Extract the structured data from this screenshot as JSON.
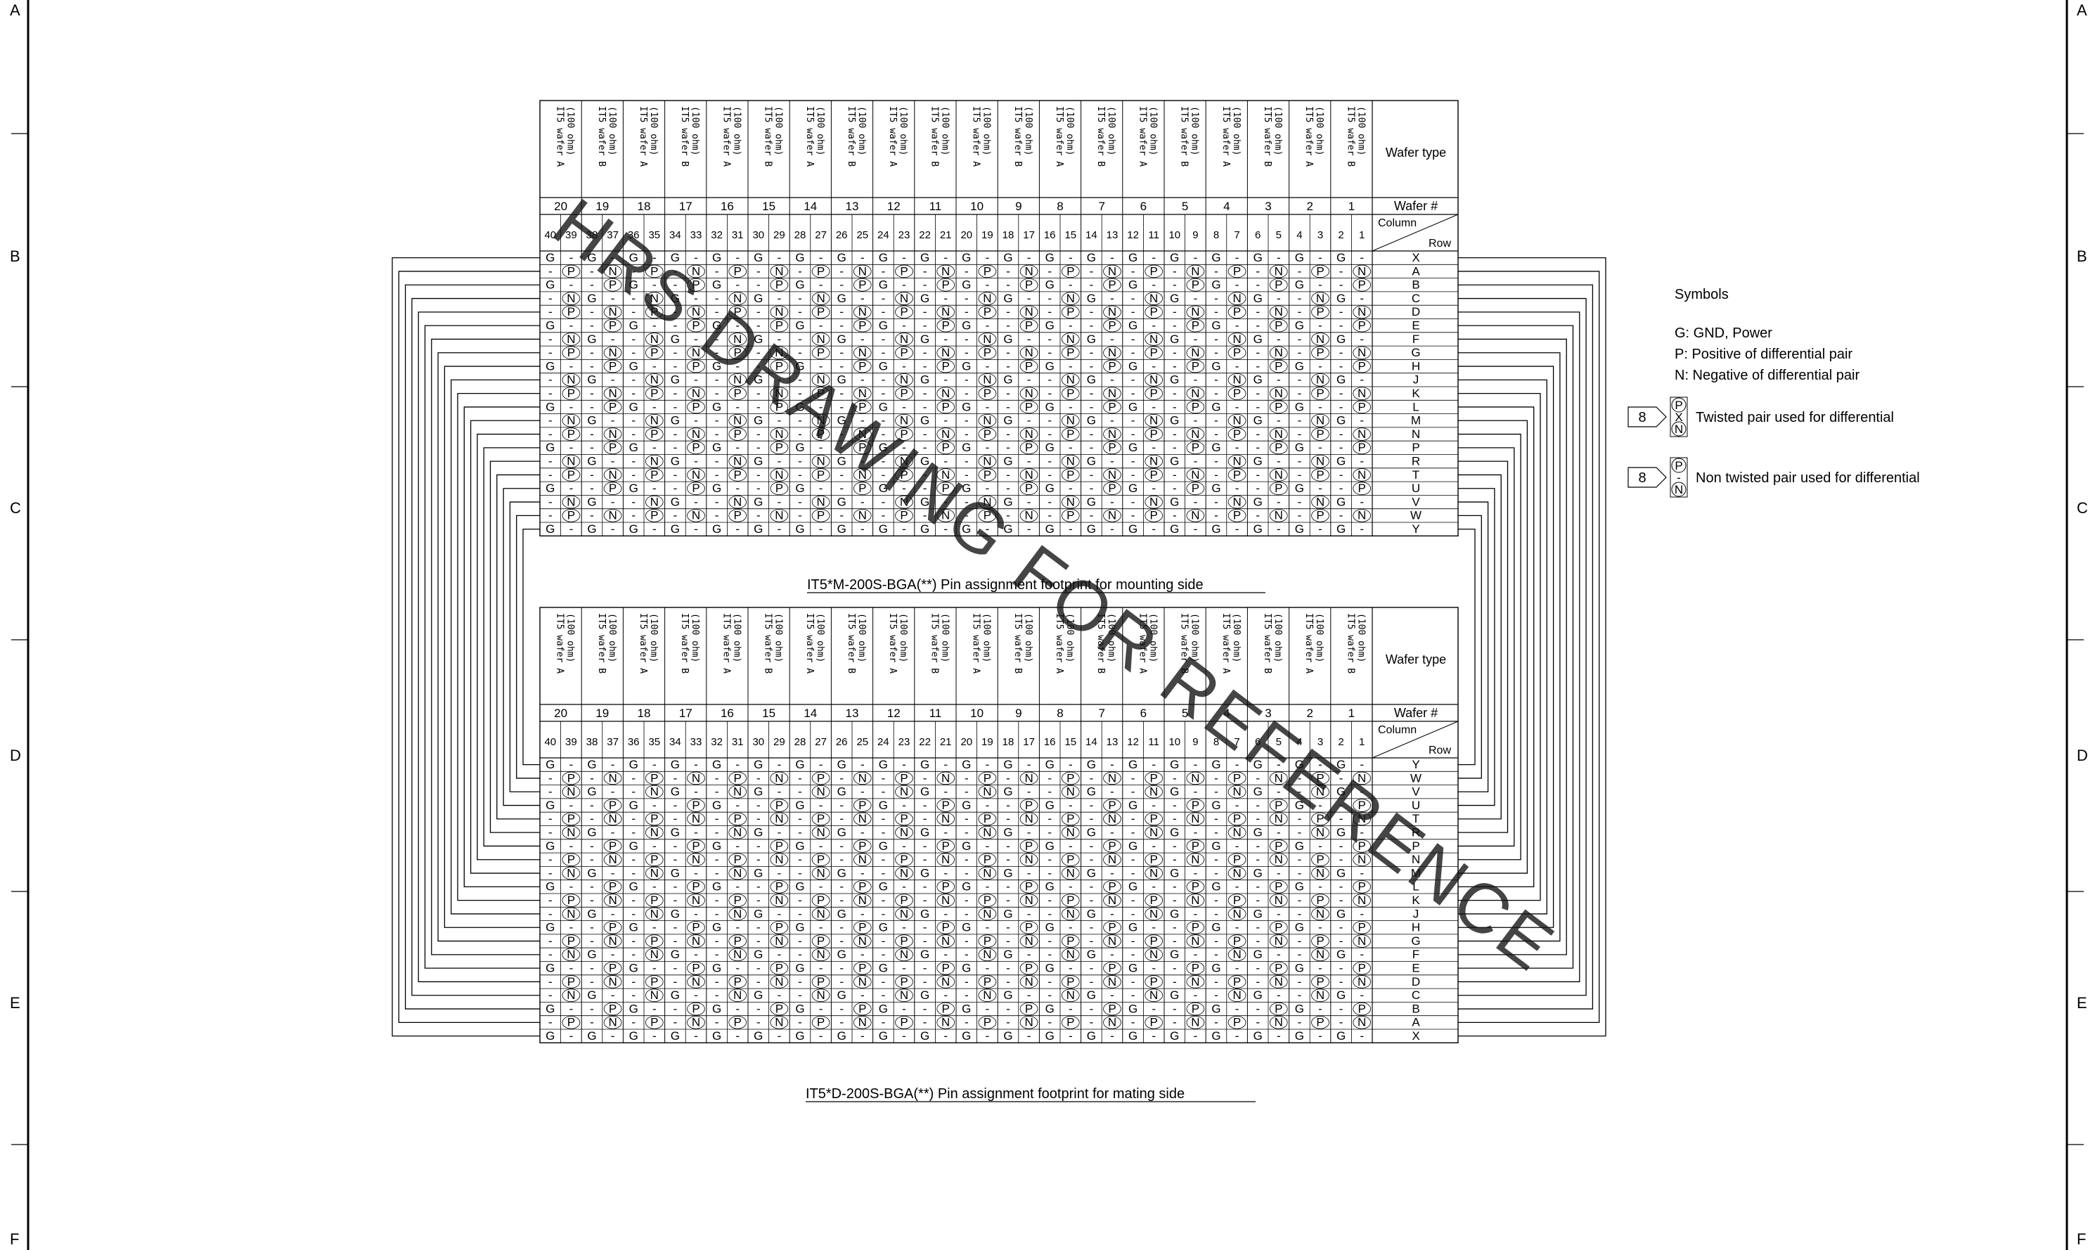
{
  "border": {
    "row_letters": [
      "A",
      "B",
      "C",
      "D",
      "E",
      "F"
    ]
  },
  "tables": [
    {
      "id": "mounting",
      "caption": "IT5*M-200S-BGA(**) Pin assignment footprint for mounting side",
      "rows": [
        "X",
        "A",
        "B",
        "C",
        "D",
        "E",
        "F",
        "G",
        "H",
        "J",
        "K",
        "L",
        "M",
        "N",
        "P",
        "R",
        "T",
        "U",
        "V",
        "W",
        "Y"
      ]
    },
    {
      "id": "mating",
      "caption": "IT5*D-200S-BGA(**) Pin assignment footprint for mating side",
      "rows": [
        "Y",
        "W",
        "V",
        "U",
        "T",
        "R",
        "P",
        "N",
        "M",
        "L",
        "K",
        "J",
        "H",
        "G",
        "F",
        "E",
        "D",
        "C",
        "B",
        "A",
        "X"
      ]
    }
  ],
  "header": {
    "wafer_type_label": "Wafer type",
    "wafer_num_label": "Wafer #",
    "column_label": "Column",
    "row_label": "Row",
    "wafer_line1_a": "IT5 wafer A",
    "wafer_line1_b": "IT5 wafer B",
    "wafer_line2": "(100 ohm)",
    "wafer_sequence": [
      "A",
      "B",
      "A",
      "B",
      "A",
      "B",
      "A",
      "B",
      "A",
      "B",
      "A",
      "B",
      "A",
      "B",
      "A",
      "B",
      "A",
      "B",
      "A",
      "B"
    ],
    "wafer_numbers": [
      20,
      19,
      18,
      17,
      16,
      15,
      14,
      13,
      12,
      11,
      10,
      9,
      8,
      7,
      6,
      5,
      4,
      3,
      2,
      1
    ],
    "columns": [
      40,
      39,
      38,
      37,
      36,
      35,
      34,
      33,
      32,
      31,
      30,
      29,
      28,
      27,
      26,
      25,
      24,
      23,
      22,
      21,
      20,
      19,
      18,
      17,
      16,
      15,
      14,
      13,
      12,
      11,
      10,
      9,
      8,
      7,
      6,
      5,
      4,
      3,
      2,
      1
    ]
  },
  "legend": {
    "title": "Symbols",
    "lines": [
      "G: GND, Power",
      "P: Positive of differential pair",
      "N: Negative of differential pair"
    ],
    "badge": "8",
    "twisted_label": "Twisted pair used for differential",
    "nontwisted_label": "Non twisted pair used for differential"
  },
  "watermark": "HRS DRAWING FOR REFERENCE"
}
